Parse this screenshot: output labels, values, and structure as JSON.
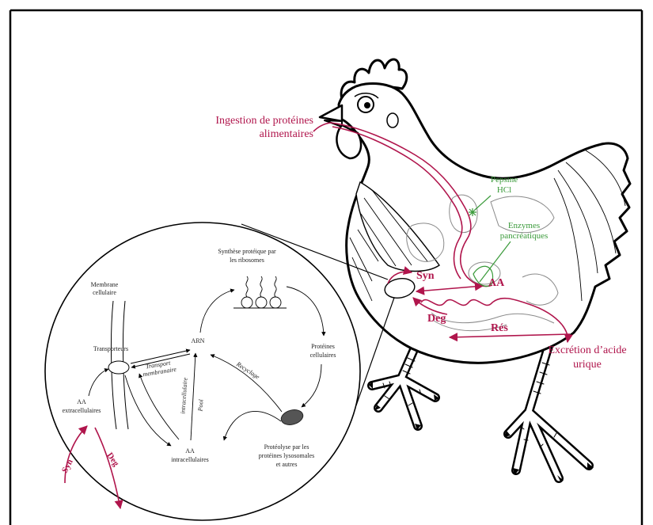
{
  "diagram": {
    "ingestion": [
      "Ingestion de protéines",
      "alimentaires"
    ],
    "pepsine": [
      "Pepsine",
      "HCl"
    ],
    "enzymes": [
      "Enzymes",
      "pancréatiques"
    ],
    "syn": "Syn",
    "aa": "AA",
    "deg": "Deg",
    "res": "Rés",
    "excretion": [
      "Excrétion d’acide",
      "urique"
    ]
  },
  "cell_zoom": {
    "synthese": [
      "Synthèse protéique par",
      "les ribosomes"
    ],
    "membrane": [
      "Membrane",
      "cellulaire"
    ],
    "arn": "ARN",
    "transporteurs": "Transporteurs",
    "proteines": [
      "Protéines",
      "cellulaires"
    ],
    "transport": [
      "Transport",
      "membranaire"
    ],
    "recyclage": "Recyclage",
    "pool": "Pool",
    "pool_qualifier": "intracellulaire",
    "aa_extra": [
      "AA",
      "extracellulaires"
    ],
    "aa_intra": [
      "AA",
      "intracellulaires"
    ],
    "proteolyse": [
      "Protéolyse par les",
      "protéines lysosomales",
      "et autres"
    ],
    "syn": "Syn",
    "deg": "Deg"
  },
  "colors": {
    "text_red": "#b0154c",
    "text_green": "#3a9a3a",
    "outline": "#000000"
  }
}
